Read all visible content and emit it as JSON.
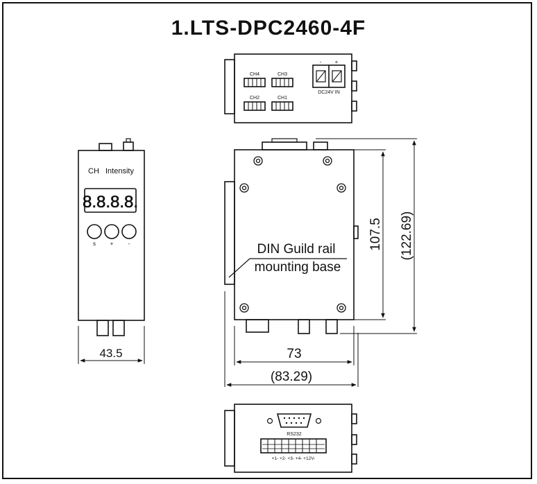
{
  "title": "1.LTS-DPC2460-4F",
  "top_view": {
    "channels": [
      "CH4",
      "CH3",
      "CH2",
      "CH1"
    ],
    "terminal_minus": "-",
    "terminal_plus": "+",
    "power_label": "DC24V IN"
  },
  "front_view": {
    "header_ch": "CH",
    "header_intensity": "Intensity",
    "display_value": "8.8.8.8.",
    "buttons": [
      "s",
      "+",
      "-"
    ],
    "width_dim": "43.5"
  },
  "side_view": {
    "height_dim": "107.5",
    "total_height_dim": "(122.69)",
    "rail_label_line1": "DIN Guild rail",
    "rail_label_line2": "mounting base",
    "width_dim": "73",
    "total_width_dim": "(83.29)"
  },
  "bottom_view": {
    "port_label": "RS232",
    "terminal_labels": "+1-  +2-  +3-  +4-  +12V-"
  },
  "colors": {
    "line": "#111111",
    "background": "#ffffff"
  }
}
